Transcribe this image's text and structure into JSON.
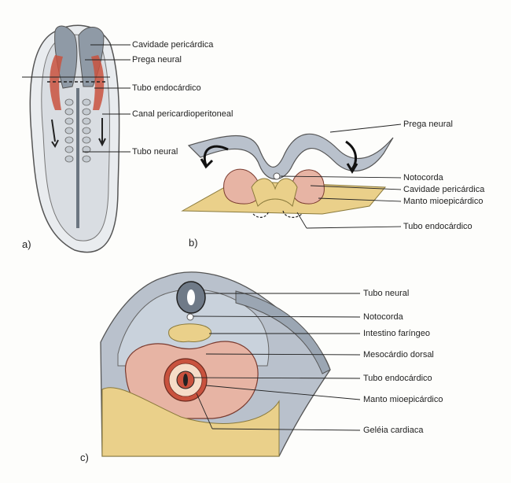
{
  "panel_a": {
    "letter": "a)",
    "labels": [
      "Cavidade pericárdica",
      "Prega neural",
      "Tubo endocárdico",
      "Canal pericardioperitoneal",
      "Tubo neural"
    ]
  },
  "panel_b": {
    "letter": "b)",
    "labels": [
      "Prega neural",
      "Notocorda",
      "Cavidade pericárdica",
      "Manto mioepicárdico",
      "Tubo endocárdico"
    ]
  },
  "panel_c": {
    "letter": "c)",
    "labels": [
      "Tubo neural",
      "Notocorda",
      "Intestino faríngeo",
      "Mesocárdio dorsal",
      "Tubo endocárdico",
      "Manto mioepicárdico",
      "Geléia cardiaca"
    ]
  },
  "colors": {
    "tissue_gray": "#b9c1cc",
    "mesoderm_red": "#c9523e",
    "pericardial_pink": "#e7b4a4",
    "endoderm_yellow": "#ead08a",
    "leader_line": "#222222"
  }
}
